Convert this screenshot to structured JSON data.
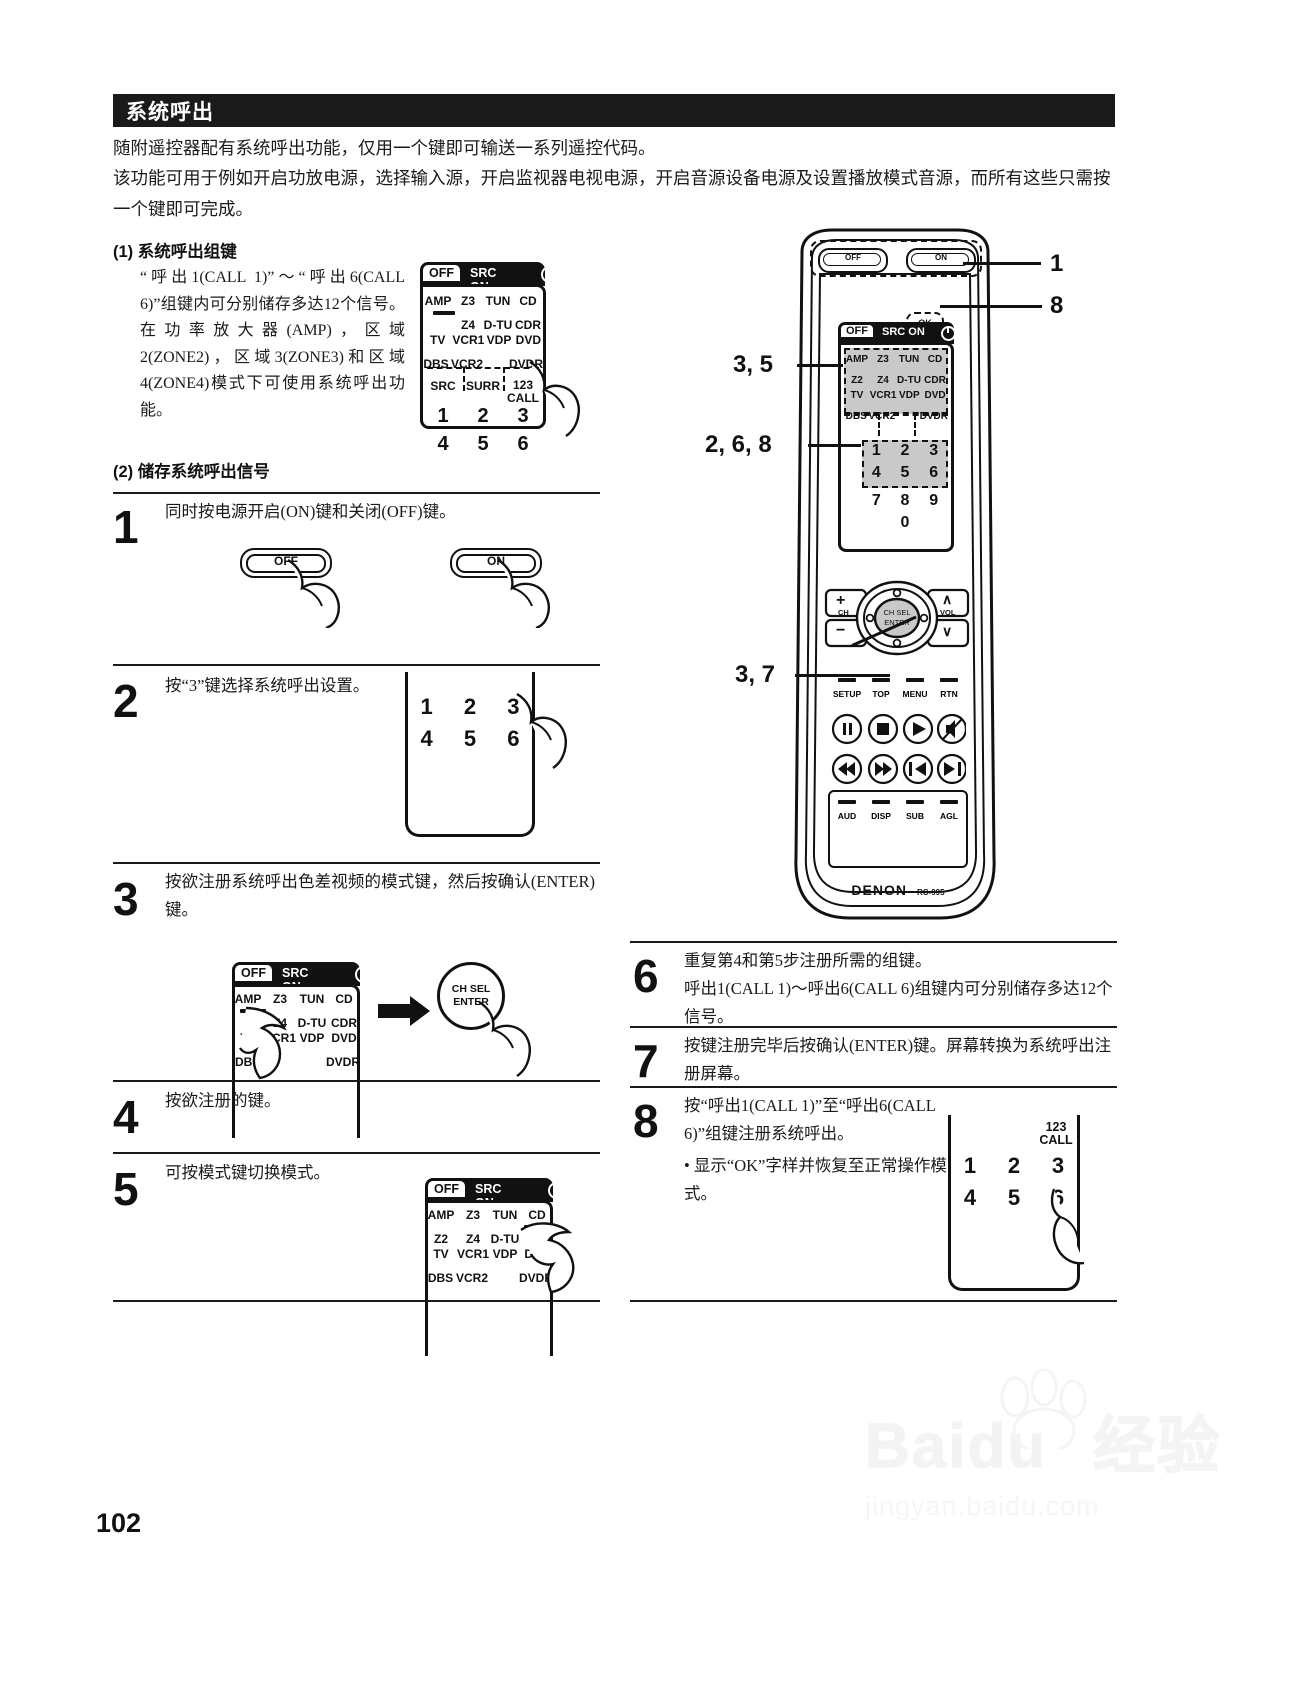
{
  "header": {
    "title": "系统呼出",
    "intro_line1": "随附遥控器配有系统呼出功能，仅用一个键即可输送一系列遥控代码。",
    "intro_line2": "该功能可用于例如开启功放电源，选择输入源，开启监视器电视电源，开启音源设备电源及设置播放模式音源，而所有这些只需按一个键即可完成。"
  },
  "section1": {
    "heading": "(1) 系统呼出组键",
    "body": "“呼出1(CALL 1)”～“呼出6(CALL 6)”组键内可分别储存多达12个信号。在功率放大器(AMP)，区域2(ZONE2)，区域3(ZONE3)和区域4(ZONE4)模式下可使用系统呼出功能。"
  },
  "section2": {
    "heading": "(2) 储存系统呼出信号"
  },
  "lcd": {
    "tab_off": "OFF",
    "tab_on": "SRC ON",
    "power_icon": "power-icon",
    "modes_row1": [
      "AMP",
      "Z3",
      "TUN",
      "CD"
    ],
    "modes_row2a": [
      "Z2",
      "Z4",
      "D-TU",
      "CDR"
    ],
    "modes_row2b": [
      "TV",
      "VCR1",
      "VDP",
      "DVD"
    ],
    "modes_row3": [
      "DBS",
      "VCR2",
      "",
      "DVDR"
    ],
    "group_labels": [
      "SRC",
      "SURR",
      "123"
    ],
    "call_label": "CALL",
    "numbers_row1": [
      "1",
      "2",
      "3"
    ],
    "numbers_row2": [
      "4",
      "5",
      "6"
    ],
    "numbers_row3": [
      "7",
      "8",
      "9"
    ],
    "numbers_row4": [
      "0"
    ],
    "ok_label": "OK"
  },
  "steps": [
    {
      "num": "1",
      "text": "同时按电源开启(ON)键和关闭(OFF)键。"
    },
    {
      "num": "2",
      "text": "按“3”键选择系统呼出设置。"
    },
    {
      "num": "3",
      "text": "按欲注册系统呼出色差视频的模式键，然后按确认(ENTER)键。"
    },
    {
      "num": "4",
      "text": "按欲注册的键。"
    },
    {
      "num": "5",
      "text": "可按模式键切换模式。"
    },
    {
      "num": "6",
      "text_line1": "重复第4和第5步注册所需的组键。",
      "text_line2": "呼出1(CALL 1)～呼出6(CALL 6)组键内可分别储存多达12个信号。"
    },
    {
      "num": "7",
      "text": "按键注册完毕后按确认(ENTER)键。屏幕转换为系统呼出注册屏幕。"
    },
    {
      "num": "8",
      "text": "按“呼出1(CALL 1)”至“呼出6(CALL 6)”组键注册系统呼出。",
      "bullet": "• 显示“OK”字样并恢复至正常操作模式。"
    }
  ],
  "buttons": {
    "off": "OFF",
    "on": "ON",
    "enter_line1": "CH SEL",
    "enter_line2": "ENTER"
  },
  "remote": {
    "brand": "DENON",
    "model": "RC-995",
    "ch_label": "CH",
    "vol_label": "VOL",
    "plus": "+",
    "minus": "−",
    "up": "∧",
    "down": "∨",
    "enter_line1": "CH SEL",
    "enter_line2": "ENTER",
    "func_row": [
      "SETUP",
      "TOP",
      "MENU",
      "RTN"
    ],
    "transport_row1": [
      "pause-icon",
      "stop-icon",
      "play-icon",
      "mute-icon"
    ],
    "transport_row2": [
      "rewind-icon",
      "fast-forward-icon",
      "previous-track-icon",
      "next-track-icon"
    ],
    "bottom_row": [
      "AUD",
      "DISP",
      "SUB",
      "AGL"
    ]
  },
  "callouts": [
    {
      "label": "1"
    },
    {
      "label": "8"
    },
    {
      "label": "3, 5"
    },
    {
      "label": "2, 6, 8"
    },
    {
      "label": "3, 7"
    }
  ],
  "footer": {
    "page_number": "102"
  },
  "watermark": {
    "line1": "Baidu",
    "line2_cn": "经验",
    "line3": "jingyan.baidu.com"
  },
  "colors": {
    "header_bg": "#1a1a1a",
    "text": "#1a1a1a",
    "lcd_fill": "#c9c9c9"
  }
}
